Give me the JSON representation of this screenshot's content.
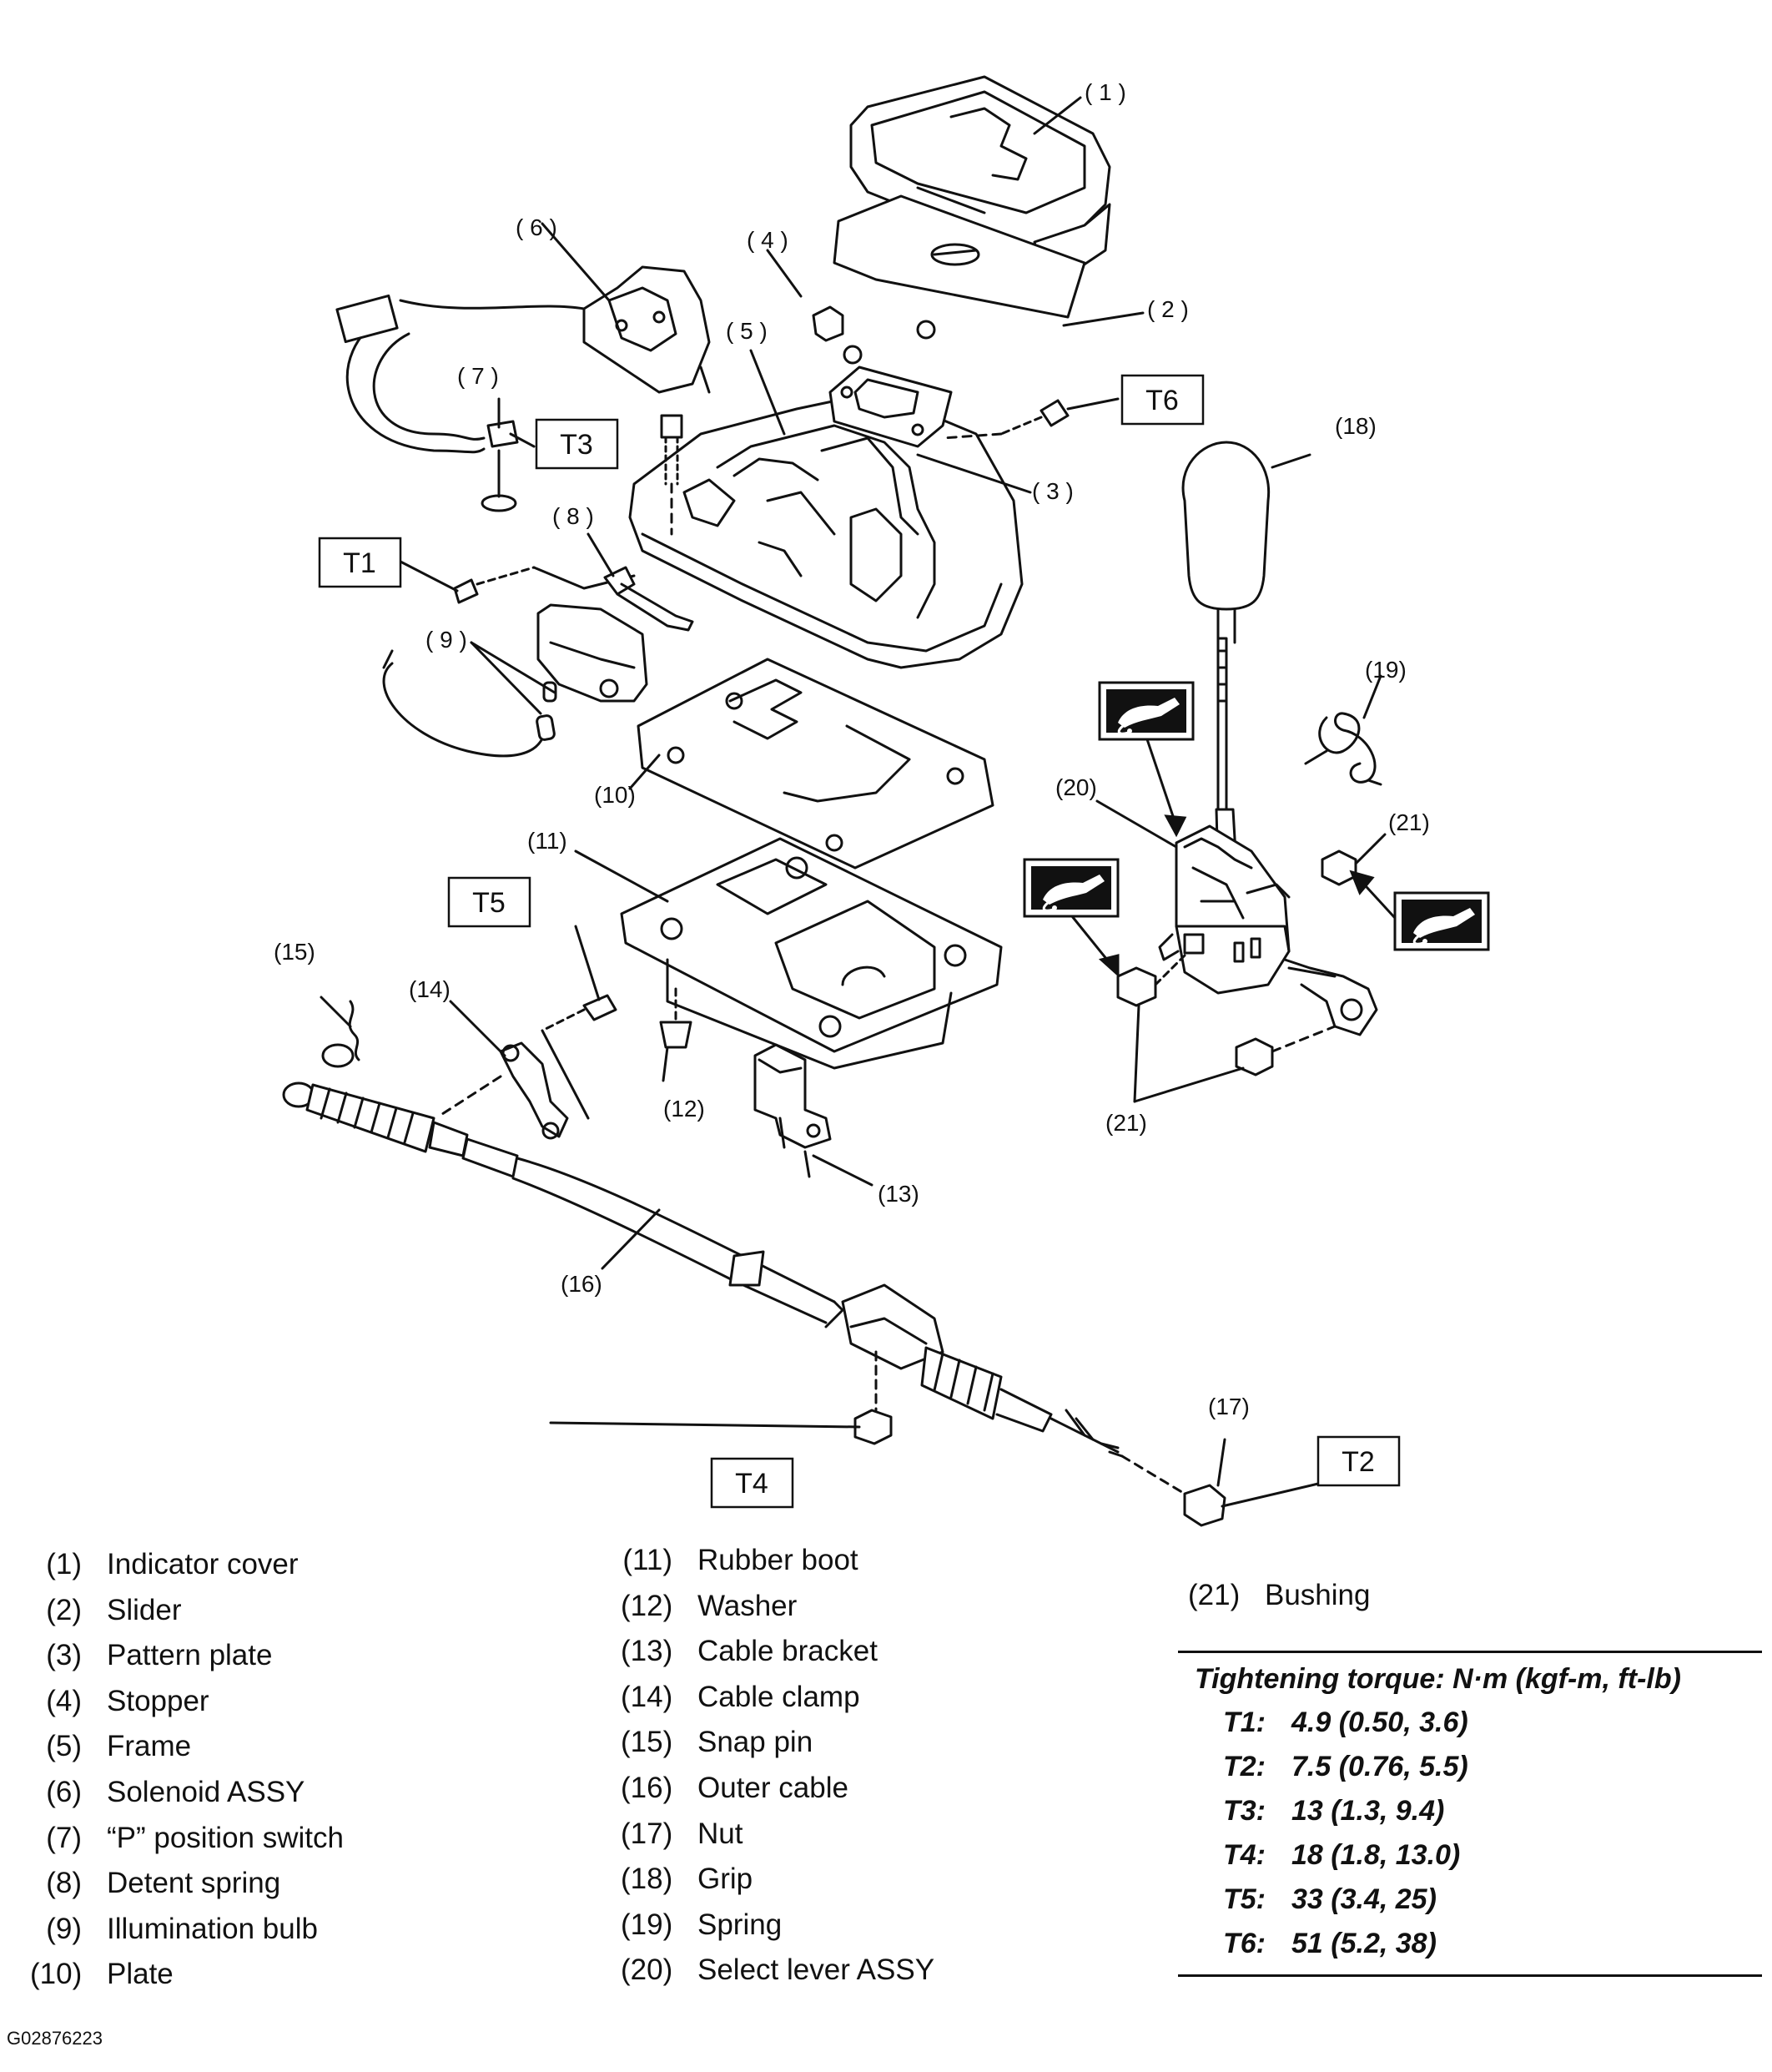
{
  "callouts": {
    "c1": "( 1 )",
    "c2": "( 2 )",
    "c3": "( 3 )",
    "c4": "( 4 )",
    "c5": "( 5 )",
    "c6": "( 6 )",
    "c7": "( 7 )",
    "c8": "( 8 )",
    "c9": "( 9 )",
    "c10": "(10)",
    "c11": "(11)",
    "c12": "(12)",
    "c13": "(13)",
    "c14": "(14)",
    "c15": "(15)",
    "c16": "(16)",
    "c17": "(17)",
    "c18": "(18)",
    "c19": "(19)",
    "c20": "(20)",
    "c21a": "(21)",
    "c21b": "(21)"
  },
  "torque_boxes": {
    "T1": "T1",
    "T2": "T2",
    "T3": "T3",
    "T4": "T4",
    "T5": "T5",
    "T6": "T6"
  },
  "legend": {
    "col1": [
      {
        "num": "(1)",
        "label": "Indicator cover"
      },
      {
        "num": "(2)",
        "label": "Slider"
      },
      {
        "num": "(3)",
        "label": "Pattern plate"
      },
      {
        "num": "(4)",
        "label": "Stopper"
      },
      {
        "num": "(5)",
        "label": "Frame"
      },
      {
        "num": "(6)",
        "label": "Solenoid ASSY"
      },
      {
        "num": "(7)",
        "label": "“P” position switch"
      },
      {
        "num": "(8)",
        "label": "Detent spring"
      },
      {
        "num": "(9)",
        "label": "Illumination bulb"
      },
      {
        "num": "(10)",
        "label": "Plate"
      }
    ],
    "col2": [
      {
        "num": "(11)",
        "label": "Rubber boot"
      },
      {
        "num": "(12)",
        "label": "Washer"
      },
      {
        "num": "(13)",
        "label": "Cable bracket"
      },
      {
        "num": "(14)",
        "label": "Cable clamp"
      },
      {
        "num": "(15)",
        "label": "Snap pin"
      },
      {
        "num": "(16)",
        "label": "Outer cable"
      },
      {
        "num": "(17)",
        "label": "Nut"
      },
      {
        "num": "(18)",
        "label": "Grip"
      },
      {
        "num": "(19)",
        "label": "Spring"
      },
      {
        "num": "(20)",
        "label": "Select lever ASSY"
      }
    ],
    "col3": [
      {
        "num": "(21)",
        "label": "Bushing"
      }
    ]
  },
  "torque_table": {
    "header": "Tightening torque: N·m (kgf-m, ft-lb)",
    "rows": [
      {
        "key": "T1:",
        "value": "4.9 (0.50, 3.6)"
      },
      {
        "key": "T2:",
        "value": "7.5 (0.76, 5.5)"
      },
      {
        "key": "T3:",
        "value": "13 (1.3, 9.4)"
      },
      {
        "key": "T4:",
        "value": "18 (1.8, 13.0)"
      },
      {
        "key": "T5:",
        "value": "33 (3.4, 25)"
      },
      {
        "key": "T6:",
        "value": "51 (5.2, 38)"
      }
    ]
  },
  "figure_code": "G02876223",
  "icons": [
    "grease-gun-icon"
  ]
}
